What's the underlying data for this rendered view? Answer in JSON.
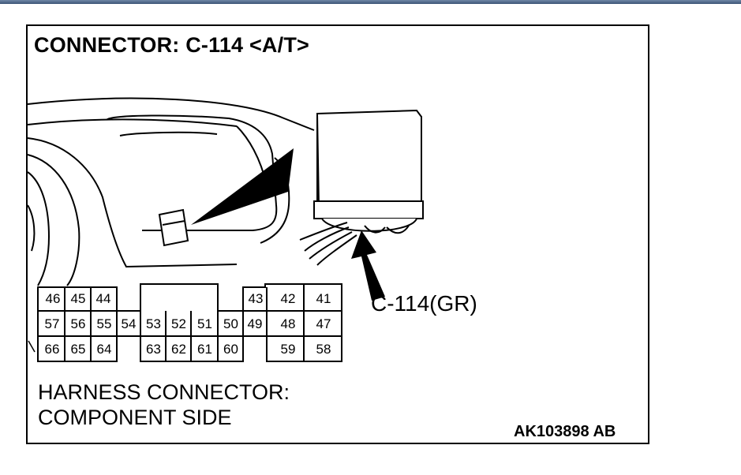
{
  "title": "CONNECTOR: C-114 <A/T>",
  "callout_label": "C-114(GR)",
  "footer": {
    "line1": "HARNESS CONNECTOR:",
    "line2": "COMPONENT SIDE"
  },
  "figure_code": "AK103898 AB",
  "pins": {
    "row1": [
      "46",
      "45",
      "44",
      "43",
      "42",
      "41"
    ],
    "row2": [
      "57",
      "56",
      "55",
      "54",
      "53",
      "52",
      "51",
      "50",
      "49",
      "48",
      "47"
    ],
    "row3": [
      "66",
      "65",
      "64",
      "63",
      "62",
      "61",
      "60",
      "59",
      "58"
    ]
  }
}
